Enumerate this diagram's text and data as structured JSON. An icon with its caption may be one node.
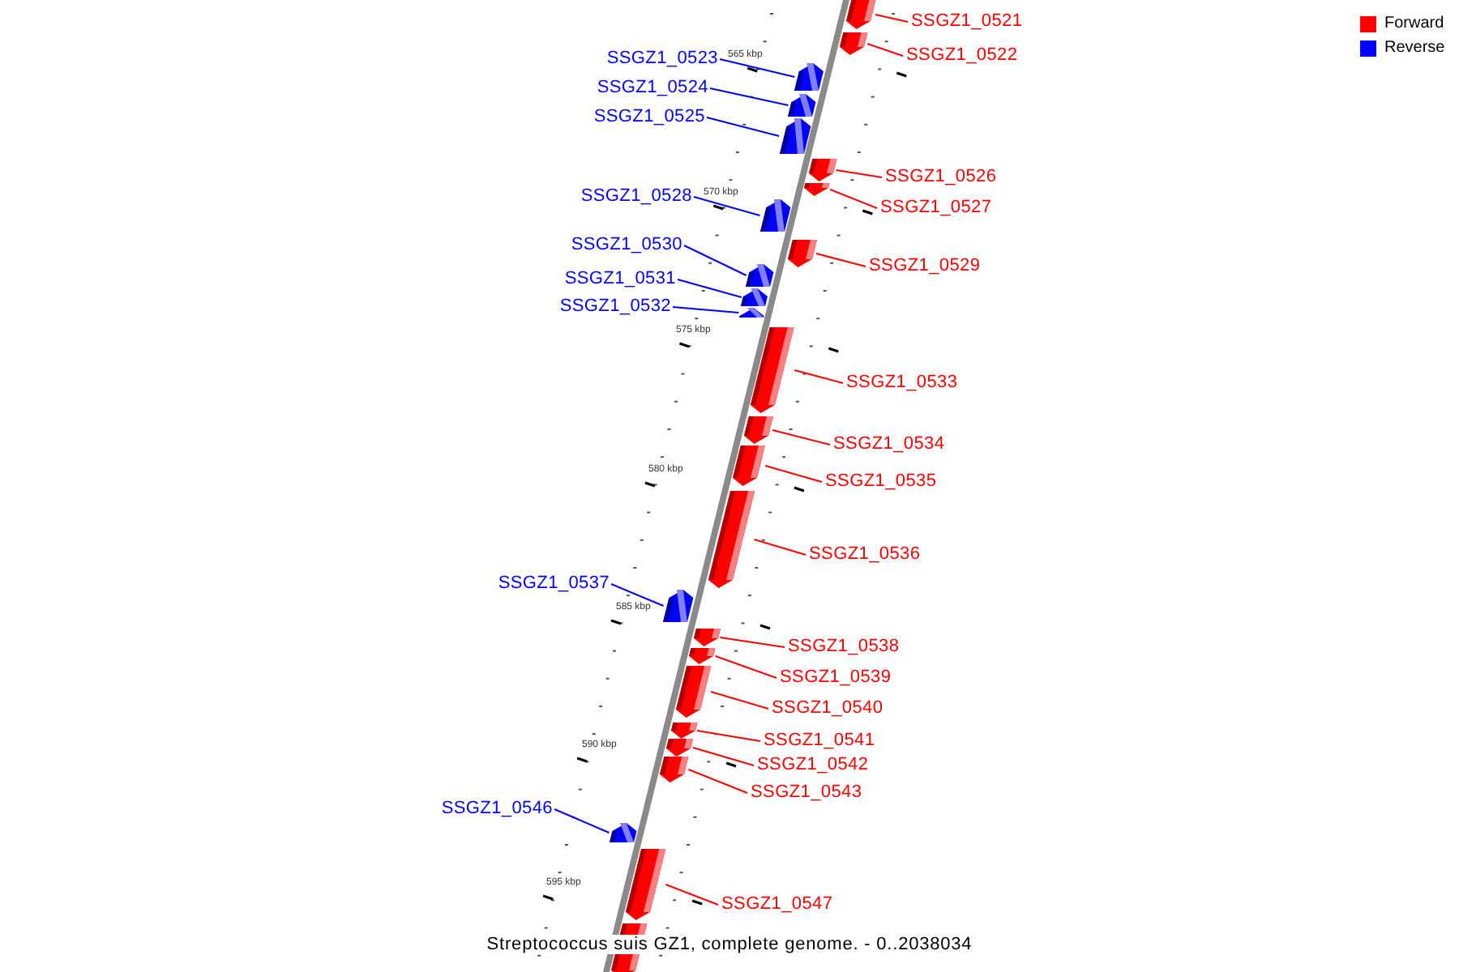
{
  "diagram": {
    "caption": "Streptococcus suis GZ1, complete genome. - 0..2038034",
    "nodes": [
      {
        "text": [
          "SSGZ1_0521"
        ]
      },
      {
        "text": [],
        "shape": "bar"
      },
      {
        "text": [
          "SSGZ1_0522"
        ]
      },
      {
        "text": [],
        "shape": "bar"
      },
      {
        "text": [
          "SSGZ1_0523"
        ]
      },
      {
        "text": [],
        "shape": "bar"
      },
      {
        "text": [
          "SSGZ1_0524"
        ]
      },
      {
        "text": [],
        "shape": "bar"
      },
      {
        "text": [
          "SSGZ1_0525"
        ]
      },
      {
        "text": [],
        "shape": "bar"
      },
      {
        "text": [
          "SSGZ1_0526"
        ]
      },
      {
        "text": [],
        "shape": "bar"
      },
      {
        "text": [
          "SSGZ1_0527"
        ]
      },
      {
        "text": [],
        "shape": "bar"
      },
      {
        "text": [
          "SSGZ1_0528"
        ]
      },
      {
        "text": [],
        "shape": "bar"
      },
      {
        "text": [
          "SSGZ1_0529"
        ]
      },
      {
        "text": [],
        "shape": "bar"
      },
      {
        "text": [
          "SSGZ1_0530"
        ]
      },
      {
        "text": [],
        "shape": "bar"
      },
      {
        "text": [
          "SSGZ1_0531"
        ]
      },
      {
        "text": [],
        "shape": "bar"
      },
      {
        "text": [
          "SSGZ1_0532"
        ]
      },
      {
        "text": [],
        "shape": "bar"
      },
      {
        "text": [
          "SSGZ1_0533"
        ]
      },
      {
        "text": [],
        "shape": "bar"
      },
      {
        "text": [
          "SSGZ1_0534"
        ]
      },
      {
        "text": [],
        "shape": "bar"
      },
      {
        "text": [
          "SSGZ1_0535"
        ]
      },
      {
        "text": [],
        "shape": "bar"
      },
      {
        "text": [
          "SSGZ1_0536"
        ]
      },
      {
        "text": [],
        "shape": "bar"
      },
      {
        "text": [
          "SSGZ1_0537"
        ]
      },
      {
        "text": [],
        "shape": "bar"
      },
      {
        "text": [
          "SSGZ1_0538"
        ]
      },
      {
        "text": [],
        "shape": "bar"
      },
      {
        "text": [
          "SSGZ1_0539"
        ]
      },
      {
        "text": [],
        "shape": "bar"
      },
      {
        "text": [
          "SSGZ1_0540"
        ]
      },
      {
        "text": [],
        "shape": "bar"
      },
      {
        "text": [
          "SSGZ1_0541"
        ]
      },
      {
        "text": [],
        "shape": "bar"
      },
      {
        "text": [
          "SSGZ1_0542"
        ]
      },
      {
        "text": [],
        "shape": "bar"
      },
      {
        "text": [
          "SSGZ1_0543"
        ]
      },
      {
        "text": [],
        "shape": "bar"
      },
      {
        "text": [
          "SSGZ1_0546"
        ]
      },
      {
        "text": [],
        "shape": "bar"
      },
      {
        "text": [
          "SSGZ1_0547"
        ]
      },
      {
        "text": [],
        "shape": "bar"
      },
      {
        "text": [],
        "shape": "bar"
      }
    ],
    "edges": [
      {
        "from": 0,
        "to": 1,
        "arrow": "none"
      },
      {
        "from": 2,
        "to": 3,
        "arrow": "none"
      },
      {
        "from": 4,
        "to": 5,
        "arrow": "none",
        "color": "#0000ff"
      },
      {
        "from": 6,
        "to": 7,
        "arrow": "none",
        "color": "#0000ff"
      },
      {
        "from": 8,
        "to": 9,
        "arrow": "none",
        "color": "#0000ff"
      },
      {
        "from": 10,
        "to": 11,
        "arrow": "none"
      },
      {
        "from": 12,
        "to": 13,
        "arrow": "none"
      },
      {
        "from": 14,
        "to": 15,
        "arrow": "none",
        "color": "#0000ff"
      },
      {
        "from": 16,
        "to": 17,
        "arrow": "none"
      },
      {
        "from": 18,
        "to": 19,
        "arrow": "none",
        "color": "#0000ff"
      },
      {
        "from": 20,
        "to": 21,
        "arrow": "none",
        "color": "#0000ff"
      },
      {
        "from": 22,
        "to": 23,
        "arrow": "none",
        "color": "#0000ff"
      },
      {
        "from": 24,
        "to": 25,
        "arrow": "none"
      },
      {
        "from": 26,
        "to": 27,
        "arrow": "none"
      },
      {
        "from": 28,
        "to": 29,
        "arrow": "none"
      },
      {
        "from": 30,
        "to": 31,
        "arrow": "none"
      },
      {
        "from": 32,
        "to": 33,
        "arrow": "none",
        "color": "#0000ff"
      },
      {
        "from": 34,
        "to": 35,
        "arrow": "none"
      },
      {
        "from": 36,
        "to": 37,
        "arrow": "none"
      },
      {
        "from": 38,
        "to": 39,
        "arrow": "none"
      },
      {
        "from": 40,
        "to": 41,
        "arrow": "none"
      },
      {
        "from": 42,
        "to": 43,
        "arrow": "none"
      },
      {
        "from": 44,
        "to": 45,
        "arrow": "none"
      },
      {
        "from": 46,
        "to": 47,
        "arrow": "none",
        "color": "#0000ff"
      },
      {
        "from": 48,
        "to": 49,
        "arrow": "none"
      }
    ],
    "labels": [
      "565 kbp",
      "570 kbp",
      "575 kbp",
      "580 kbp",
      "585 kbp",
      "590 kbp",
      "595 kbp"
    ],
    "legend": [
      {
        "text": "Forward",
        "color": "#ff0000"
      },
      {
        "text": "Reverse",
        "color": "#0000ff"
      }
    ]
  }
}
